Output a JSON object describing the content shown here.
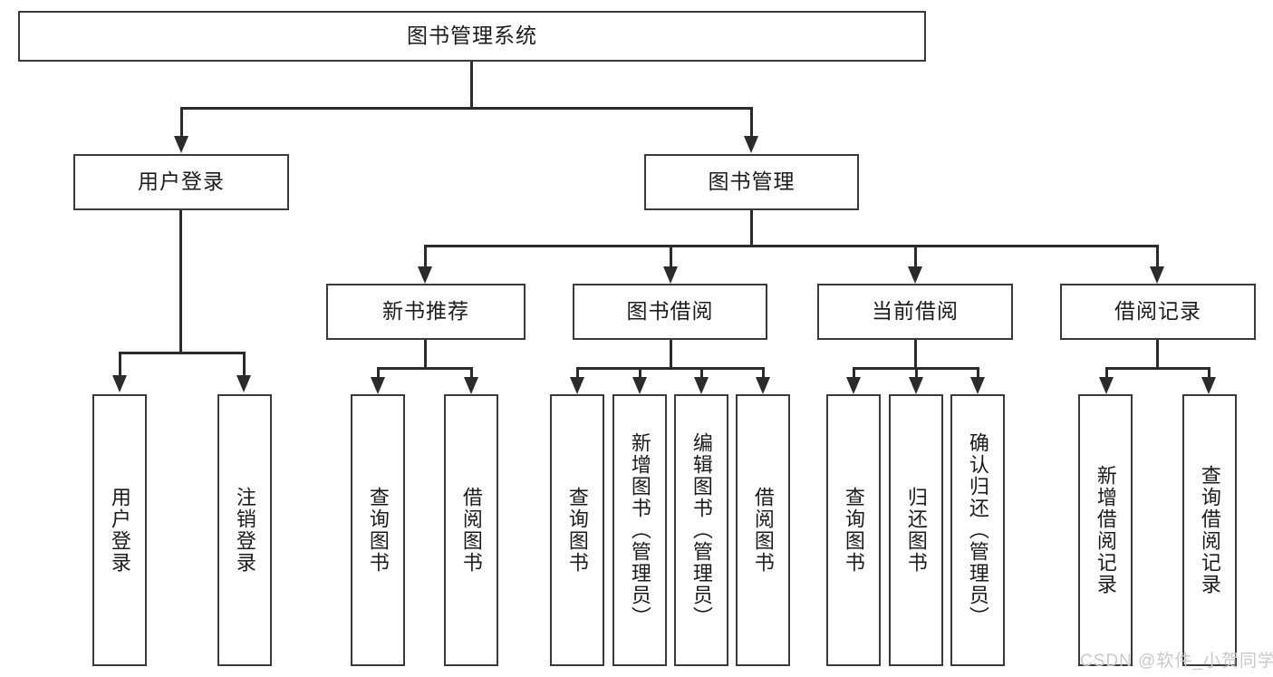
{
  "diagram": {
    "title": "图书管理系统",
    "type": "hierarchy-tree",
    "root": {
      "label": "图书管理系统"
    },
    "level2": [
      {
        "label": "用户登录"
      },
      {
        "label": "图书管理"
      }
    ],
    "level3": [
      {
        "label": "新书推荐"
      },
      {
        "label": "图书借阅"
      },
      {
        "label": "当前借阅"
      },
      {
        "label": "借阅记录"
      }
    ],
    "leaves_user_login": [
      {
        "label": "用户登录"
      },
      {
        "label": "注销登录"
      }
    ],
    "leaves_new_book": [
      {
        "label": "查询图书"
      },
      {
        "label": "借阅图书"
      }
    ],
    "leaves_borrow": [
      {
        "label": "查询图书"
      },
      {
        "label": "新增图书（管理员）"
      },
      {
        "label": "编辑图书（管理员）"
      },
      {
        "label": "借阅图书"
      }
    ],
    "leaves_current": [
      {
        "label": "查询图书"
      },
      {
        "label": "归还图书"
      },
      {
        "label": "确认归还（管理员）"
      }
    ],
    "leaves_records": [
      {
        "label": "新增借阅记录"
      },
      {
        "label": "查询借阅记录"
      }
    ]
  },
  "watermark": {
    "text": "CSDN @软件_小贺同学"
  },
  "colors": {
    "box_border": "#3a3a3a",
    "connector": "#2b2b2b",
    "text": "#1b1b1b",
    "background": "#ffffff",
    "watermark": "#c9c9c9"
  }
}
